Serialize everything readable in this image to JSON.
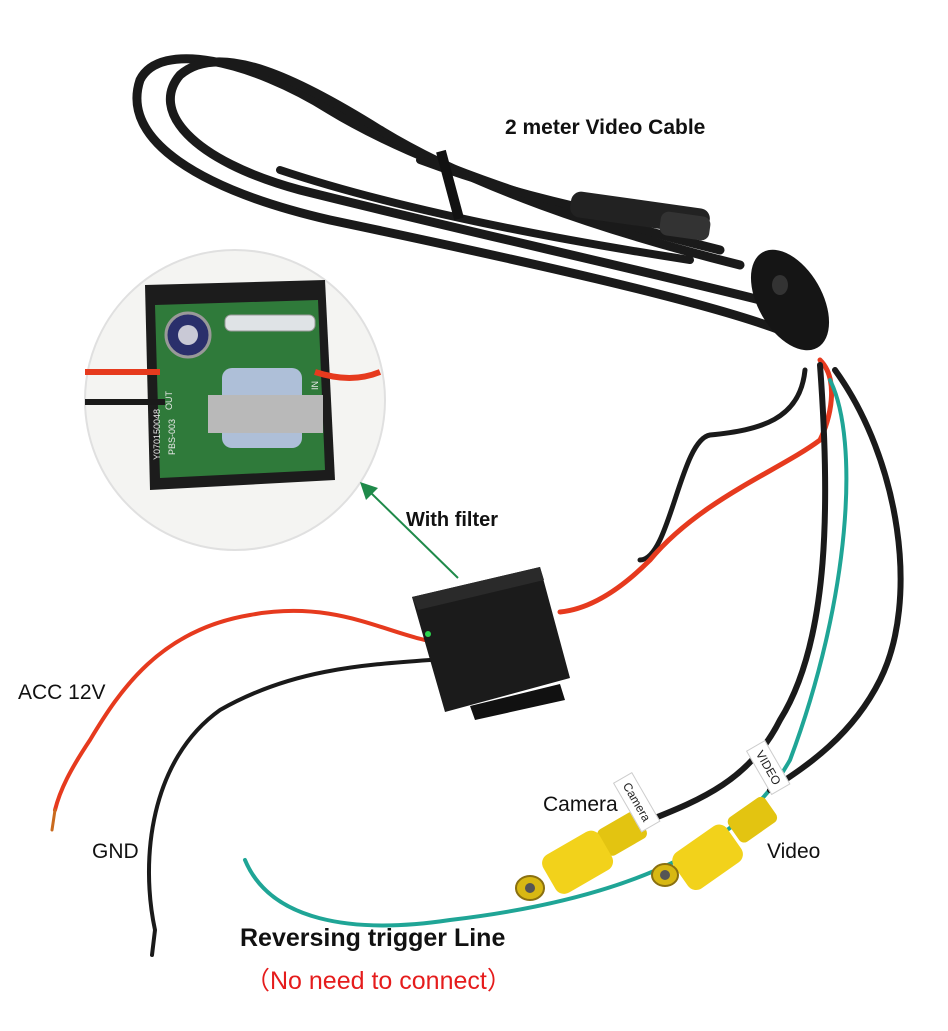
{
  "labels": {
    "cable": "2 meter Video Cable",
    "filter": "With filter",
    "acc": "ACC 12V",
    "camera": "Camera",
    "gnd": "GND",
    "video": "Video",
    "reversing": "Reversing trigger Line",
    "reversing_note": "（No need to connect）"
  },
  "tags": {
    "camera": "Camera",
    "video": "VIDEO"
  },
  "pcb_text": {
    "model": "PBS-003",
    "serial": "Y070150048",
    "out": "OUT",
    "in": "IN"
  },
  "colors": {
    "red_wire": "#e63a1e",
    "black_wire": "#1a1a1a",
    "green_wire": "#1fa596",
    "rca_yellow": "#f2d21b",
    "arrow": "#1f8a4a",
    "note": "#e51c1c"
  }
}
